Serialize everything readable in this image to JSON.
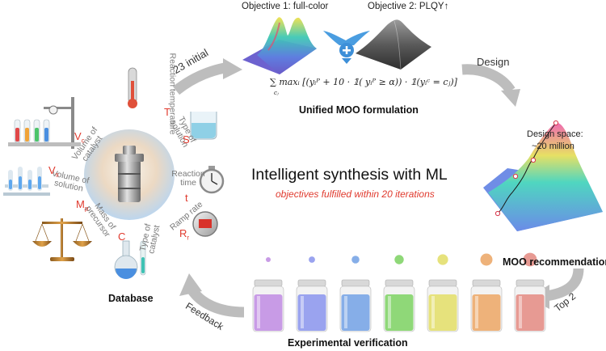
{
  "objective1_title": "Objective 1: full-color",
  "objective2_title": "Objective 2: PLQY↑",
  "initial_label": "23 initial",
  "design_label": "Design",
  "formula_text": "∑ maxᵢ [(yᵢᴾ + 10 · 𝟙( yᵢᴾ ≥ α)) · 𝟙(yᵢᶜ = cⱼ)]",
  "formula_sum_sub": "cⱼ",
  "unified_title": "Unified MOO formulation",
  "design_space_line1": "Design space:",
  "design_space_line2": "~20 million",
  "main_title": "Intelligent synthesis with ML",
  "main_subtitle": "objectives fulfilled within 20 iterations",
  "moo_recommendation": "MOO recommendation",
  "top2_label": "Top 2",
  "experimental_verification": "Experimental verification",
  "feedback_label": "Feedback",
  "database_label": "Database",
  "parameters": [
    {
      "label": "Reaction temperature",
      "symbol": "T"
    },
    {
      "label": "Type of solution",
      "symbol": "S"
    },
    {
      "label": "Reaction time",
      "symbol": "t"
    },
    {
      "label": "Ramp rate",
      "symbol": "R",
      "sub": "r"
    },
    {
      "label": "Type of catalyst",
      "symbol": "C"
    },
    {
      "label": "Mass of precursor",
      "symbol": "M",
      "sub": "p"
    },
    {
      "label": "Volume of solution",
      "symbol": "V",
      "sub": "s"
    },
    {
      "label": "Volume of catalyst",
      "symbol": "V",
      "sub": "c"
    }
  ],
  "colors": {
    "accent_red": "#e03a2e",
    "arrow_gray": "#b4b4b4",
    "plus_blue": "#3d8fd8",
    "vial_colors": [
      "#c89be6",
      "#9aa3ef",
      "#86aee8",
      "#8fd878",
      "#e6e27c",
      "#eeb27a",
      "#e79a93"
    ]
  }
}
